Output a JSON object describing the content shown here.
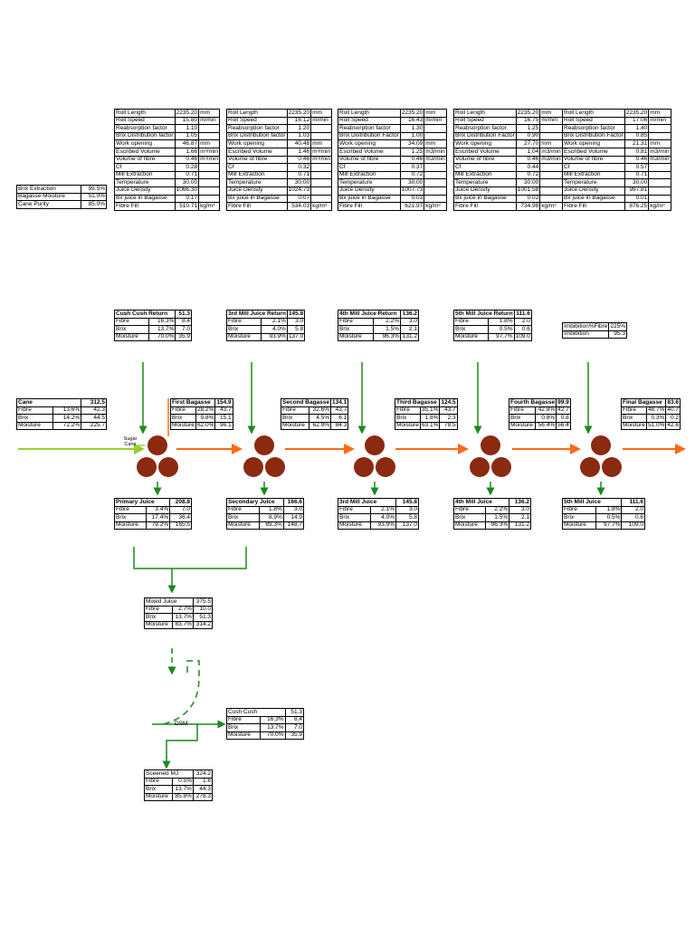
{
  "colors": {
    "green": "#1a8a1a",
    "orange": "#ff6a1a",
    "lime": "#9acd32",
    "roller": "#8b2a10"
  },
  "summary": {
    "rows": [
      [
        "Brix Extraction",
        "99.5%"
      ],
      [
        "Bagasse Moisture",
        "51.0%"
      ],
      [
        "Cane Purity",
        "85.0%"
      ]
    ]
  },
  "mills": [
    {
      "rows": [
        [
          "Roll Length",
          "2235.20",
          "mm"
        ],
        [
          "Roll Speed",
          "15.80",
          "m/min"
        ],
        [
          "Reabsorption factor",
          "1.10",
          ""
        ],
        [
          "Brix Distribution factor",
          "1.05",
          ""
        ],
        [
          "Work opening",
          "46.87",
          "mm"
        ],
        [
          "Escribed Volume",
          "1.66",
          "m³/min"
        ],
        [
          "Volume of fibre",
          "0.46",
          "m³/min"
        ],
        [
          "Cf",
          "0.28",
          ""
        ],
        [
          "Mill Extraction",
          "0.71",
          ""
        ],
        [
          "Temperature",
          "30.00",
          ""
        ],
        [
          "Juice Density",
          "1066.30",
          ""
        ],
        [
          "Bx juice in Bagasse",
          "0.17",
          ""
        ],
        [
          "Fibre Fill",
          "510.71",
          "kg/m³"
        ]
      ]
    },
    {
      "rows": [
        [
          "Roll Length",
          "2235.20",
          "mm"
        ],
        [
          "Roll Speed",
          "16.12",
          "m/min"
        ],
        [
          "Reabsorption factor",
          "1.20",
          ""
        ],
        [
          "Brix Distribution factor",
          "1.03",
          ""
        ],
        [
          "Work opening",
          "40.48",
          "mm"
        ],
        [
          "Escribed Volume",
          "1.46",
          "m³/min"
        ],
        [
          "Volume of fibre",
          "0.46",
          "m³/min"
        ],
        [
          "Cf",
          "0.32",
          ""
        ],
        [
          "Mill Extraction",
          "0.71",
          ""
        ],
        [
          "Temperature",
          "30.00",
          ""
        ],
        [
          "Juice Density",
          "1024.73",
          ""
        ],
        [
          "Bx juice in Bagasse",
          "0.07",
          ""
        ],
        [
          "Fibre Fill",
          "534.03",
          "kg/m³"
        ]
      ]
    },
    {
      "rows": [
        [
          "Roll Length",
          "2235.20",
          "mm"
        ],
        [
          "Roll Speed",
          "16.43",
          "m/min"
        ],
        [
          "Reabsorption factor",
          "1.30",
          ""
        ],
        [
          "Brix Distribution Factor",
          "1.00",
          ""
        ],
        [
          "Work opening",
          "34.09",
          "mm"
        ],
        [
          "Escribed Volume",
          "1.25",
          "m3/min"
        ],
        [
          "Volume of fibre",
          "0.46",
          "m3/min"
        ],
        [
          "Cf",
          "0.37",
          ""
        ],
        [
          "Mill Extraction",
          "0.72",
          ""
        ],
        [
          "Temperature",
          "30.00",
          ""
        ],
        [
          "Juice Density",
          "1007.73",
          ""
        ],
        [
          "Bx juice in Bagasse",
          "0.03",
          ""
        ],
        [
          "Fibre Fill",
          "621.97",
          "kg/m³"
        ]
      ]
    },
    {
      "rows": [
        [
          "Roll Length",
          "2235.20",
          "mm"
        ],
        [
          "Roll Speed",
          "16.75",
          "m/min"
        ],
        [
          "Reabsorption factor",
          "1.25",
          ""
        ],
        [
          "Brix Distribution Factor",
          "0.90",
          ""
        ],
        [
          "Work opening",
          "27.70",
          "mm"
        ],
        [
          "Escribed Volume",
          "1.04",
          "m3/min"
        ],
        [
          "Volume of fibre",
          "0.46",
          "m3/min"
        ],
        [
          "Cf",
          "0.44",
          ""
        ],
        [
          "Mill Extraction",
          "0.72",
          ""
        ],
        [
          "Temperature",
          "30.00",
          ""
        ],
        [
          "Juice Density",
          "1001.58",
          ""
        ],
        [
          "Bx juice in Bagasse",
          "0.02",
          ""
        ],
        [
          "Fibre Fill",
          "734.98",
          "kg/m³"
        ]
      ]
    },
    {
      "rows": [
        [
          "Roll Length",
          "2235.20",
          "mm"
        ],
        [
          "Roll Speed",
          "17.06",
          "m/min"
        ],
        [
          "Reabsorption factor",
          "1.40",
          ""
        ],
        [
          "Brix Distribution Factor",
          "0.85",
          ""
        ],
        [
          "Work opening",
          "21.31",
          "mm"
        ],
        [
          "Escribed Volume",
          "0.81",
          "m3/min"
        ],
        [
          "Volume of fibre",
          "0.46",
          "m3/min"
        ],
        [
          "Cf",
          "0.57",
          ""
        ],
        [
          "Mill Extraction",
          "0.71",
          ""
        ],
        [
          "Temperature",
          "30.00",
          ""
        ],
        [
          "Juice Density",
          "997.81",
          ""
        ],
        [
          "Bx juice in Bagasse",
          "0.01",
          ""
        ],
        [
          "Fibre Fill",
          "876.25",
          "kg/m³"
        ]
      ]
    }
  ],
  "returns": [
    {
      "title": "Cush Cush Return",
      "total": "51.3",
      "rows": [
        [
          "Fibre",
          "16.3%",
          "8.4"
        ],
        [
          "Brix",
          "13.7%",
          "7.0"
        ],
        [
          "Moisture",
          "70.0%",
          "35.9"
        ]
      ]
    },
    {
      "title": "3rd Mill Juice Return",
      "total": "145.8",
      "rows": [
        [
          "Fibre",
          "2.1%",
          "3.0"
        ],
        [
          "Brix",
          "4.0%",
          "5.8"
        ],
        [
          "Moisture",
          "93.9%",
          "137.0"
        ]
      ]
    },
    {
      "title": "4th Mill Juice Return",
      "total": "136.2",
      "rows": [
        [
          "Fibre",
          "2.2%",
          "3.0"
        ],
        [
          "Brix",
          "1.5%",
          "2.1"
        ],
        [
          "Moisture",
          "96.3%",
          "131.2"
        ]
      ]
    },
    {
      "title": "5th Mill Juice Return",
      "total": "111.6",
      "rows": [
        [
          "Fibre",
          "1.8%",
          "2.0"
        ],
        [
          "Brix",
          "0.5%",
          "0.6"
        ],
        [
          "Moisture",
          "97.7%",
          "109.0"
        ]
      ]
    }
  ],
  "imbibition": {
    "rows": [
      [
        "Imbibition%Fibre",
        "225%"
      ],
      [
        "Imbibition",
        "95.3"
      ]
    ]
  },
  "cane": {
    "title": "Cane",
    "total": "312.5",
    "rows": [
      [
        "Fibre",
        "13.6%",
        "42.3"
      ],
      [
        "Brix",
        "14.2%",
        "44.5"
      ],
      [
        "Moisture",
        "72.2%",
        "225.7"
      ]
    ]
  },
  "sugar_cane_label": "Sugar Cane",
  "bagasse": [
    {
      "title": "First Bagasse",
      "total": "154.9",
      "rows": [
        [
          "Fibre",
          "28.2%",
          "43.7"
        ],
        [
          "Brix",
          "9.8%",
          "15.1"
        ],
        [
          "Moisture",
          "62.0%",
          "96.1"
        ]
      ]
    },
    {
      "title": "Second Bagasse",
      "total": "134.1",
      "rows": [
        [
          "Fibre",
          "32.6%",
          "43.7"
        ],
        [
          "Brix",
          "4.5%",
          "6.1"
        ],
        [
          "Moisture",
          "62.9%",
          "84.3"
        ]
      ]
    },
    {
      "title": "Third Bagasse",
      "total": "124.5",
      "rows": [
        [
          "Fibre",
          "35.1%",
          "43.7"
        ],
        [
          "Brix",
          "1.8%",
          "2.3"
        ],
        [
          "Moisture",
          "63.1%",
          "78.5"
        ]
      ]
    },
    {
      "title": "Fourth Bagasse",
      "total": "99.9",
      "rows": [
        [
          "Fibre",
          "42.8%",
          "42.7"
        ],
        [
          "Brix",
          "0.8%",
          "0.8"
        ],
        [
          "Moisture",
          "56.4%",
          "56.4"
        ]
      ]
    },
    {
      "title": "Final Bagasse",
      "total": "83.6",
      "rows": [
        [
          "Fibre",
          "48.7%",
          "40.7"
        ],
        [
          "Brix",
          "0.3%",
          "0.2"
        ],
        [
          "Moisture",
          "51.0%",
          "42.6"
        ]
      ]
    }
  ],
  "juices": [
    {
      "title": "Primary Juice",
      "total": "208.8",
      "rows": [
        [
          "Fibre",
          "3.4%",
          "7.0"
        ],
        [
          "Brix",
          "17.4%",
          "36.4"
        ],
        [
          "Moisture",
          "79.2%",
          "165.5"
        ]
      ]
    },
    {
      "title": "Secondary Juice",
      "total": "166.6",
      "rows": [
        [
          "Fibre",
          "1.8%",
          "3.0"
        ],
        [
          "Brix",
          "8.9%",
          "14.9"
        ],
        [
          "Moisture",
          "89.3%",
          "148.7"
        ]
      ]
    },
    {
      "title": "3rd Mill Juice",
      "total": "145.8",
      "rows": [
        [
          "Fibre",
          "2.1%",
          "3.0"
        ],
        [
          "Brix",
          "4.0%",
          "5.8"
        ],
        [
          "Moisture",
          "93.9%",
          "137.0"
        ]
      ]
    },
    {
      "title": "4th Mill Juice",
      "total": "136.2",
      "rows": [
        [
          "Fibre",
          "2.2%",
          "3.0"
        ],
        [
          "Brix",
          "1.5%",
          "2.1"
        ],
        [
          "Moisture",
          "96.3%",
          "131.2"
        ]
      ]
    },
    {
      "title": "5th Mill Juice",
      "total": "111.6",
      "rows": [
        [
          "Fibre",
          "1.8%",
          "2.0"
        ],
        [
          "Brix",
          "0.5%",
          "0.6"
        ],
        [
          "Moisture",
          "97.7%",
          "109.0"
        ]
      ]
    }
  ],
  "mixed_juice": {
    "title": "Mixed Juice",
    "total": "375.5",
    "rows": [
      [
        "Fibre",
        "2.7%",
        "10.0"
      ],
      [
        "Brix",
        "13.7%",
        "51.3"
      ],
      [
        "Moisture",
        "83.7%",
        "314.2"
      ]
    ]
  },
  "dsm_label": "DSM",
  "cush_cush": {
    "title": "Cush Cush",
    "total": "51.3",
    "rows": [
      [
        "Fibre",
        "16.3%",
        "8.4"
      ],
      [
        "Brix",
        "13.7%",
        "7.0"
      ],
      [
        "Moisture",
        "70.0%",
        "35.9"
      ]
    ]
  },
  "screened_mj": {
    "title": "Sceened MJ",
    "total": "324.2",
    "rows": [
      [
        "Fibre",
        "0.5%",
        "1.6"
      ],
      [
        "Brix",
        "13.7%",
        "44.3"
      ],
      [
        "Moisture",
        "85.8%",
        "278.3"
      ]
    ]
  }
}
